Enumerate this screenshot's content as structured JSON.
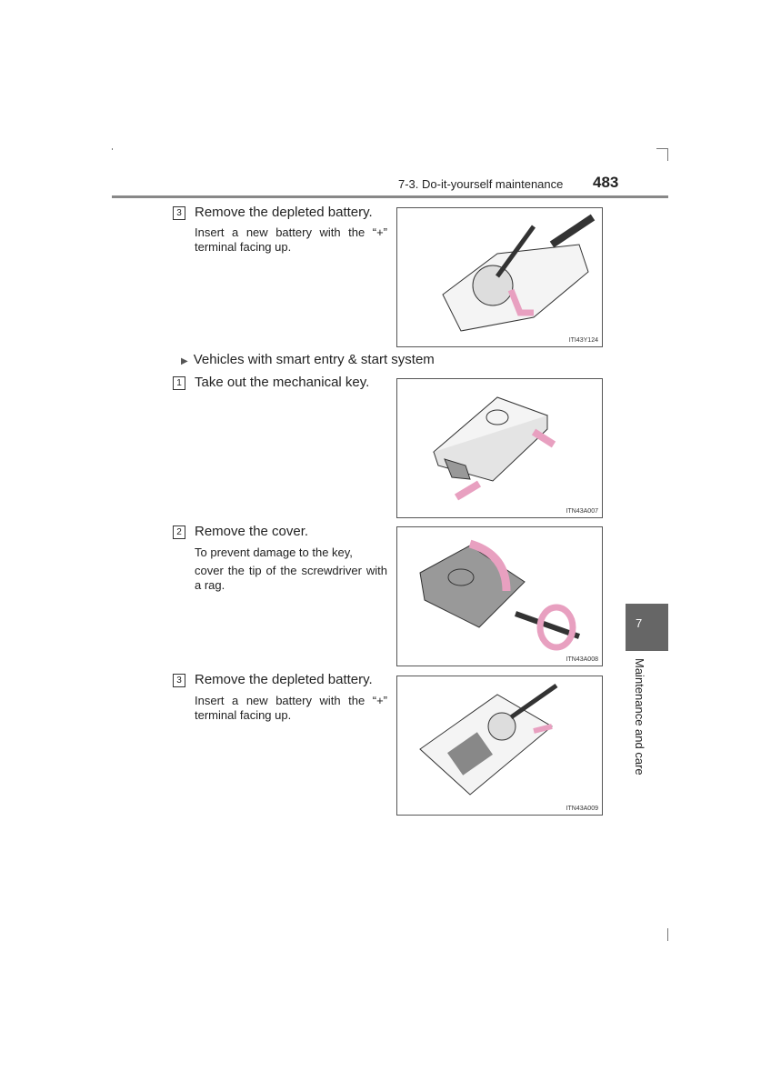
{
  "header": {
    "section": "7-3. Do-it-yourself maintenance",
    "page_number": "483"
  },
  "side_tab": {
    "chapter": "7",
    "title": "Maintenance and care"
  },
  "steps": [
    {
      "num": "3",
      "title": "Remove the depleted battery.",
      "text": "Insert a new battery with the “+” terminal facing up.",
      "figure_code": "ITI43Y124"
    },
    {
      "num": "1",
      "title": "Take out the mechanical key.",
      "figure_code": "ITN43A007"
    },
    {
      "num": "2",
      "title": "Remove the cover.",
      "text1": "To prevent damage to the key,",
      "text2": "cover the tip of the screwdriver with a rag.",
      "figure_code": "ITN43A008"
    },
    {
      "num": "3",
      "title": "Remove the depleted battery.",
      "text": "Insert a new battery with the “+” terminal facing up.",
      "figure_code": "ITN43A009"
    }
  ],
  "subheading": "Vehicles with smart entry & start system",
  "colors": {
    "arrow": "#e8a0c0",
    "tab": "#666666"
  }
}
